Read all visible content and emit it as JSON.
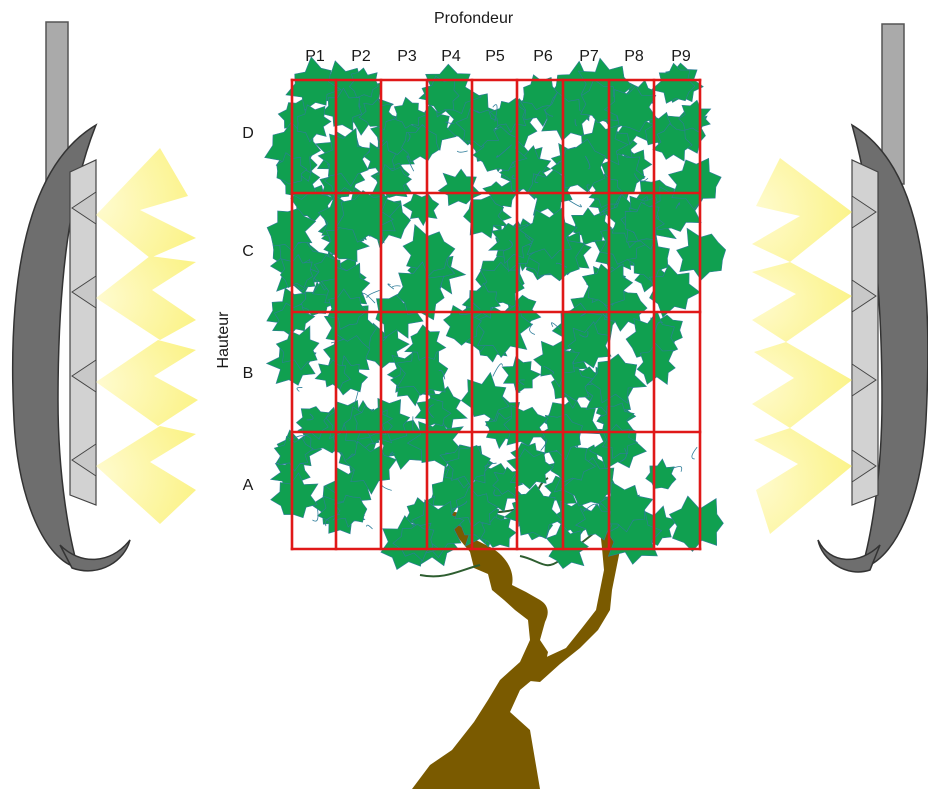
{
  "diagram": {
    "depth_axis_title": "Profondeur",
    "height_axis_title": "Hauteur",
    "columns": [
      "P1",
      "P2",
      "P3",
      "P4",
      "P5",
      "P6",
      "P7",
      "P8",
      "P9"
    ],
    "rows": [
      "D",
      "C",
      "B",
      "A"
    ]
  },
  "colors": {
    "grid": "#e01818",
    "foliage": "#10a050",
    "foliage_vein": "#2f7d9a",
    "trunk": "#7a5a00",
    "sprayer_arm": "#6e6e6e",
    "sprayer_panel": "#d2d2d2",
    "spray": "#fbf7a0"
  }
}
